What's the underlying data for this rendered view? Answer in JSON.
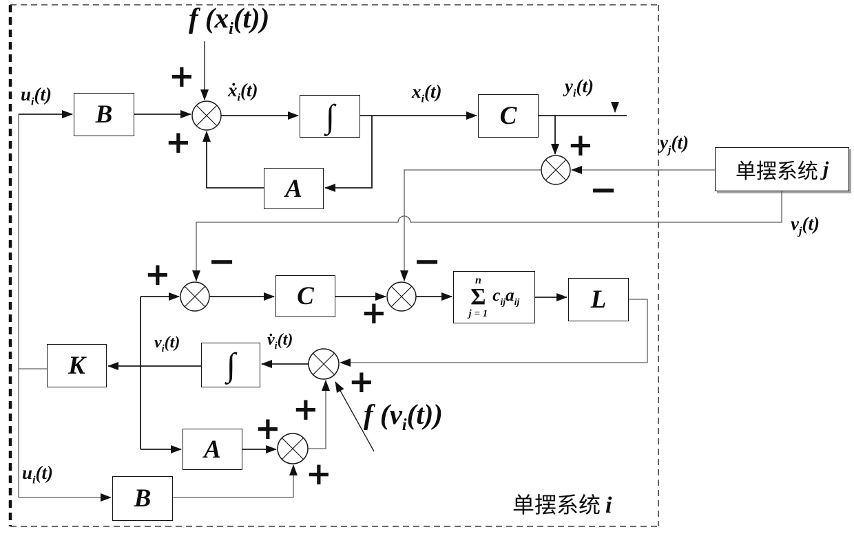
{
  "diagram": {
    "system_i": {
      "text": "单摆系统",
      "var": "i"
    },
    "system_j": {
      "text": "单摆系统",
      "var": "j"
    },
    "blocks": {
      "b_top": "B",
      "int_top": "∫",
      "a_top": "A",
      "c_top": "C",
      "c_mid": "C",
      "l": "L",
      "k": "K",
      "int_bot": "∫",
      "a_bot": "A",
      "b_bot": "B"
    },
    "sum_block": {
      "sup": "n",
      "sigma": "Σ",
      "lower": "j = 1",
      "c": "c",
      "c_sub": "ij",
      "a": "a",
      "a_sub": "ij"
    },
    "signals": {
      "u_top": {
        "pre": "",
        "base": "u",
        "sub": "i",
        "post": "(t)"
      },
      "f_x": {
        "pre": "f (",
        "base": "x",
        "sub": "i",
        "post": "(t))"
      },
      "x_dot": {
        "pre": "",
        "base": "ẋ",
        "sub": "i",
        "post": "(t)"
      },
      "x": {
        "pre": "",
        "base": "x",
        "sub": "i",
        "post": "(t)"
      },
      "y_i": {
        "pre": "",
        "base": "y",
        "sub": "i",
        "post": "(t)"
      },
      "y_j": {
        "pre": "",
        "base": "y",
        "sub": "j",
        "post": "(t)"
      },
      "v_j": {
        "pre": "",
        "base": "v",
        "sub": "j",
        "post": "(t)"
      },
      "v_i": {
        "pre": "",
        "base": "v",
        "sub": "i",
        "post": "(t)"
      },
      "v_dot": {
        "pre": "",
        "base": "v̇",
        "sub": "i",
        "post": "(t)"
      },
      "u_bot": {
        "pre": "",
        "base": "u",
        "sub": "i",
        "post": "(t)"
      },
      "f_v": {
        "pre": "f (",
        "base": "v",
        "sub": "i",
        "post": "(t))"
      }
    },
    "signs": {
      "plus": "+",
      "minus": "−"
    }
  }
}
